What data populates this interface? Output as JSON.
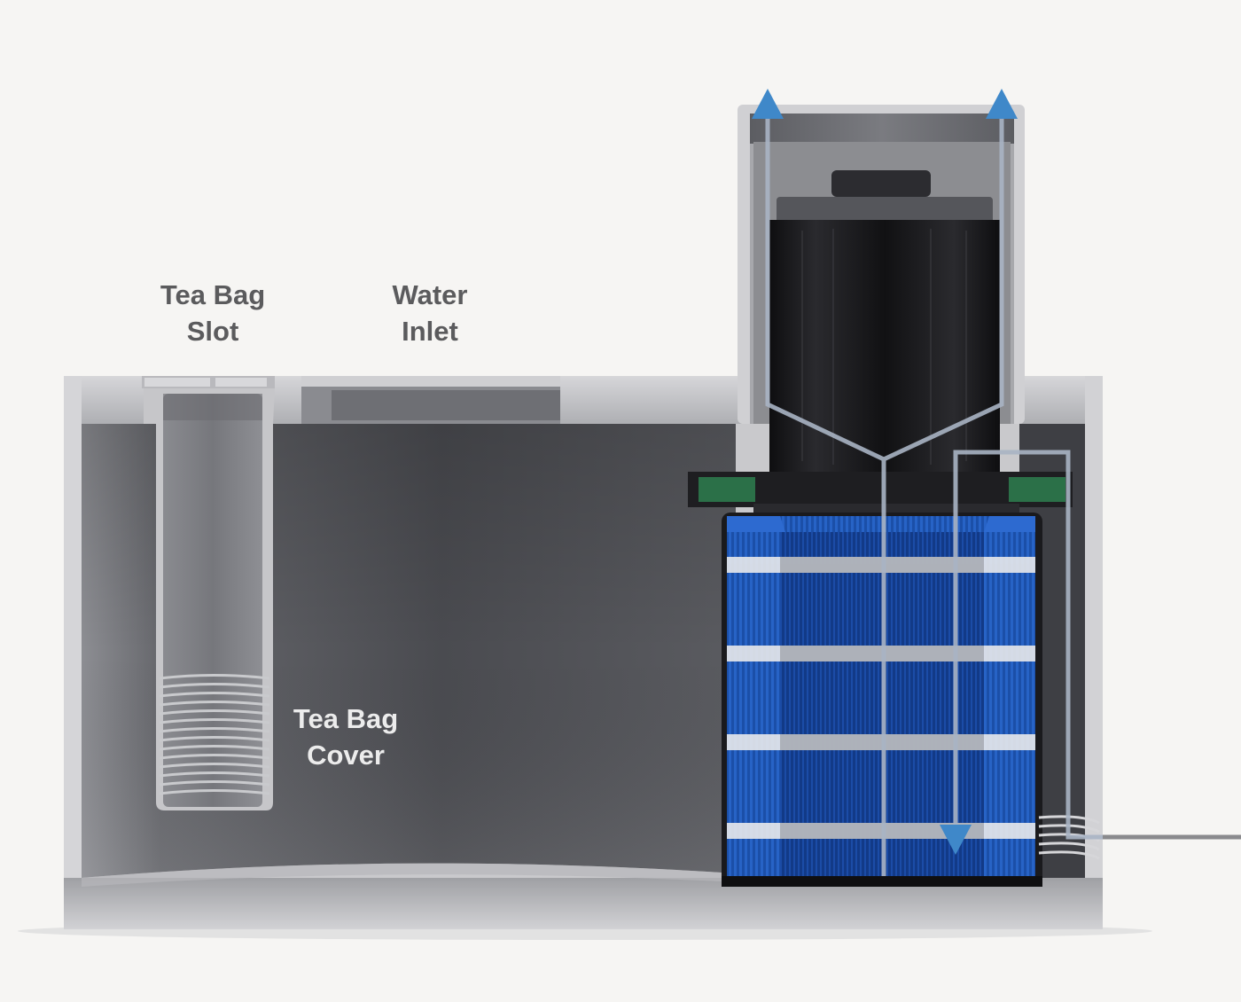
{
  "labels": {
    "tea_bag_slot": {
      "line1": "Tea Bag",
      "line2": "Slot"
    },
    "water_inlet": {
      "line1": "Water",
      "line2": "Inlet"
    },
    "tea_bag_cover": {
      "line1": "Tea Bag",
      "line2": "Cover"
    }
  },
  "colors": {
    "background": "#f6f5f3",
    "housing_wall": "#c9c9cc",
    "chamber": "#4a4b50",
    "fan": "#1c1c1f",
    "filter_blue": "#1f62c9",
    "seal_green": "#2b7048",
    "flow_arrow": "#3f88c9",
    "flow_line": "#a9b4c4"
  },
  "icons": [
    "flow-arrow-up",
    "flow-arrow-down",
    "fan-motor",
    "filter-cartridge",
    "power-cord"
  ]
}
